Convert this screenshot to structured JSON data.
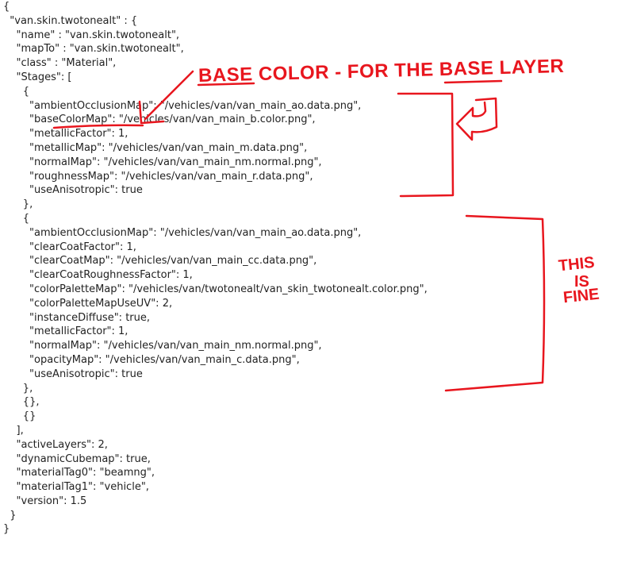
{
  "code_lines": [
    "{",
    "  \"van.skin.twotonealt\" : {",
    "    \"name\" : \"van.skin.twotonealt\",",
    "    \"mapTo\" : \"van.skin.twotonealt\",",
    "    \"class\" : \"Material\",",
    "    \"Stages\": [",
    "      {",
    "        \"ambientOcclusionMap\": \"/vehicles/van/van_main_ao.data.png\",",
    "        \"baseColorMap\": \"/vehicles/van/van_main_b.color.png\",",
    "        \"metallicFactor\": 1,",
    "        \"metallicMap\": \"/vehicles/van/van_main_m.data.png\",",
    "        \"normalMap\": \"/vehicles/van/van_main_nm.normal.png\",",
    "        \"roughnessMap\": \"/vehicles/van/van_main_r.data.png\",",
    "        \"useAnisotropic\": true",
    "      },",
    "      {",
    "        \"ambientOcclusionMap\": \"/vehicles/van/van_main_ao.data.png\",",
    "        \"clearCoatFactor\": 1,",
    "        \"clearCoatMap\": \"/vehicles/van/van_main_cc.data.png\",",
    "        \"clearCoatRoughnessFactor\": 1,",
    "        \"colorPaletteMap\": \"/vehicles/van/twotonealt/van_skin_twotonealt.color.png\",",
    "        \"colorPaletteMapUseUV\": 2,",
    "        \"instanceDiffuse\": true,",
    "        \"metallicFactor\": 1,",
    "        \"normalMap\": \"/vehicles/van/van_main_nm.normal.png\",",
    "        \"opacityMap\": \"/vehicles/van/van_main_c.data.png\",",
    "        \"useAnisotropic\": true",
    "      },",
    "      {},",
    "      {}",
    "    ],",
    "    \"activeLayers\": 2,",
    "    \"dynamicCubemap\": true,",
    "    \"materialTag0\": \"beamng\",",
    "    \"materialTag1\": \"vehicle\",",
    "    \"version\": 1.5",
    "  }",
    "}"
  ],
  "annotations": {
    "top_note": "BASE COLOR - FOR THE BASE LAYER",
    "side_note_1": "THIS",
    "side_note_2": "IS",
    "side_note_3": "FINE",
    "ink_color": "#e8161e"
  }
}
